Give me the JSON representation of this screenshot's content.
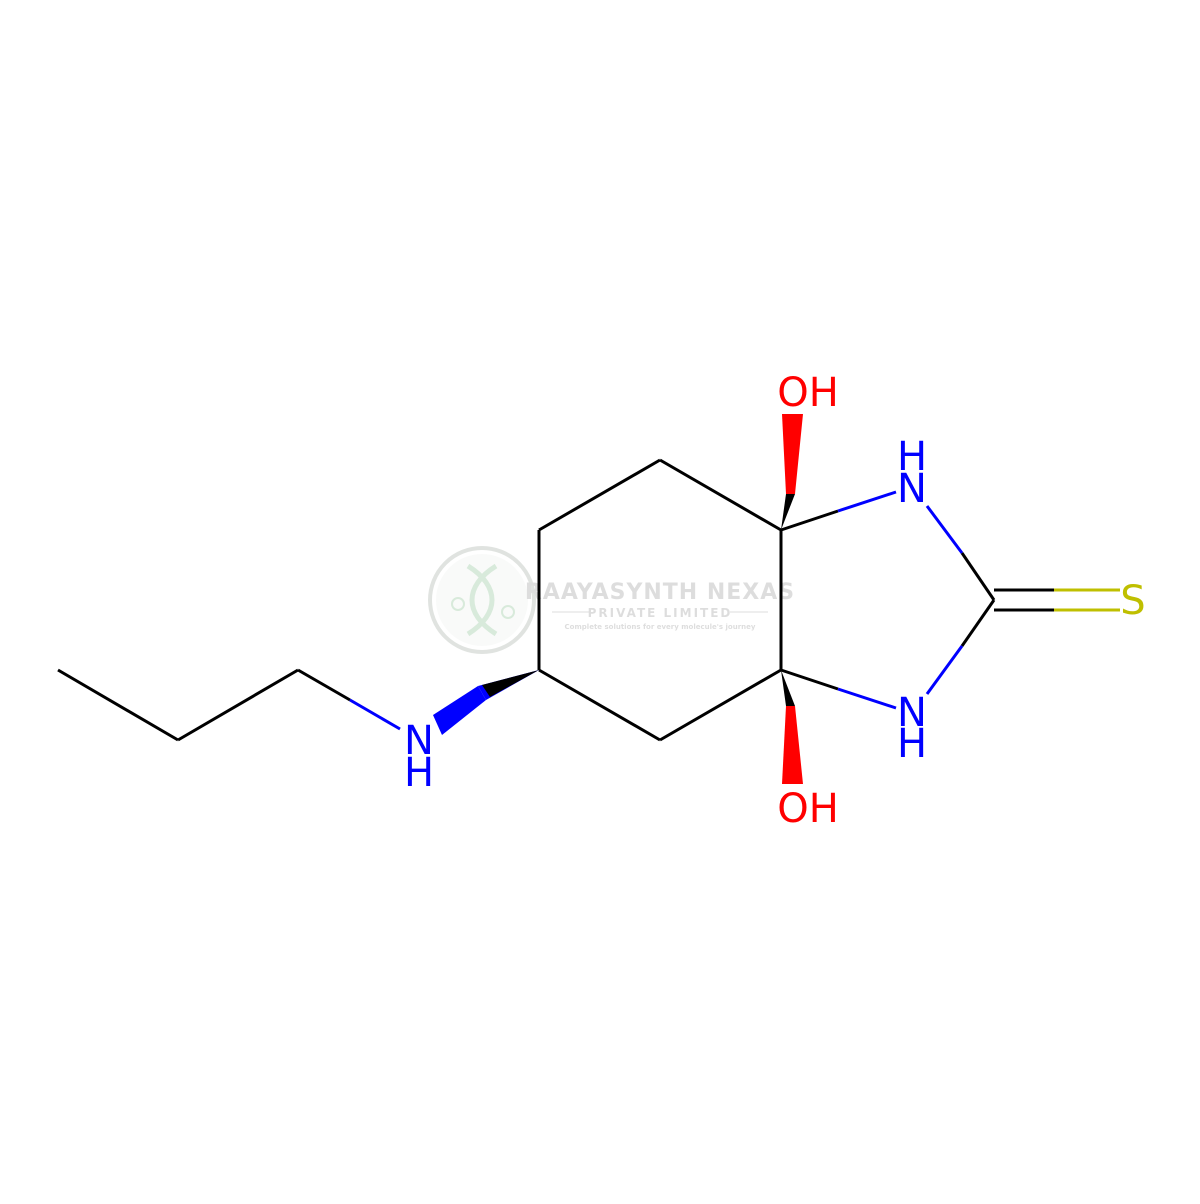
{
  "molecule": {
    "atoms": {
      "oh_top": "OH",
      "oh_bottom": "OH",
      "nh_top_h": "H",
      "nh_top_n": "N",
      "nh_bottom_n": "N",
      "nh_bottom_h": "H",
      "s": "S",
      "amine_n": "N",
      "amine_h": "H"
    },
    "colors": {
      "bond": "#000000",
      "nitrogen": "#0000ff",
      "oxygen": "#ff0000",
      "sulfur": "#bfbf00"
    }
  },
  "watermark": {
    "title": "RAAYASYNTH NEXAS",
    "subtitle": "PRIVATE LIMITED",
    "tagline": "Complete solutions for every molecule's journey"
  }
}
